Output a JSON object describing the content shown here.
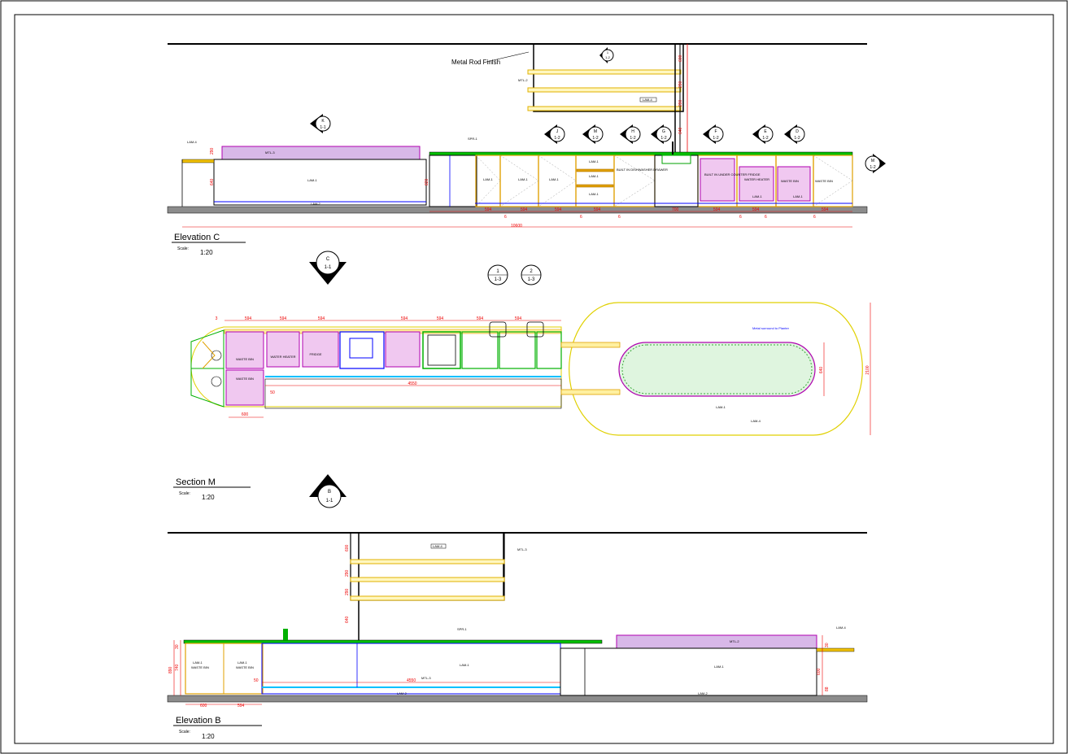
{
  "colors": {
    "line": "#000000",
    "dim": "#e00000",
    "lam": "#f0b000",
    "green": "#00b000",
    "blue": "#0000ff",
    "purple": "#b000b0",
    "cyan": "#00c0ff",
    "floor": "#8c8c8c",
    "yellow": "#e0d000"
  },
  "elevation_c": {
    "title": "Elevation C",
    "scale_label": "Scale:",
    "scale": "1:20",
    "metal_rod_note": "Metal Rod Finish",
    "overall_dim": "10600",
    "shelf_dims": [
      "600",
      "290",
      "290"
    ],
    "counter_dims": [
      "290",
      "640",
      "820"
    ],
    "segment_dims": [
      "594",
      "594",
      "594",
      "594",
      "700",
      "594",
      "594",
      "594"
    ],
    "small_dims": [
      "6",
      "6",
      "6",
      "6",
      "6",
      "6"
    ],
    "tags": {
      "lam4": "LAM-4",
      "lam1": "LAM-1",
      "mtl3": "MTL-3",
      "mtl2": "MTL-2",
      "spr1": "SPR-1",
      "lam2": "LAM-2",
      "lam3": "LAM-3"
    },
    "appliance_labels": {
      "dishwasher": "BUILT IN DISHWASHER DRAWER",
      "fridge": "BUILT IN UNDER COUNTER FRIDGE",
      "heater": "WATER HEATER",
      "bin": "WASTE BIN"
    },
    "markers": [
      {
        "letter": "K",
        "ref": "1-1"
      },
      {
        "letter": "J",
        "ref": "1-2"
      },
      {
        "letter": "M",
        "ref": "1-2"
      },
      {
        "letter": "H",
        "ref": "1-2"
      },
      {
        "letter": "G",
        "ref": "1-2"
      },
      {
        "letter": "F",
        "ref": "1-2"
      },
      {
        "letter": "E",
        "ref": "1-2"
      },
      {
        "letter": "D",
        "ref": "1-2"
      },
      {
        "letter": "M",
        "ref": "1-2"
      },
      {
        "letter": "1",
        "ref": "1-2"
      }
    ]
  },
  "section_m": {
    "title": "Section M",
    "scale_label": "Scale:",
    "scale": "1:20",
    "marker_top": {
      "letter": "C",
      "ref": "1-1"
    },
    "marker_bottom": {
      "letter": "B",
      "ref": "1-1"
    },
    "circle_markers": [
      {
        "num": "1",
        "ref": "1-3"
      },
      {
        "num": "2",
        "ref": "1-3"
      }
    ],
    "dims": {
      "length": "4550",
      "depth": "2100",
      "planter": "640",
      "bin_width": "600",
      "offset": "50",
      "small": "3"
    },
    "segment_dims": [
      "594",
      "594",
      "594",
      "594",
      "594",
      "594",
      "594"
    ],
    "labels": {
      "waste_bin_1": "WASTE BIN",
      "waste_bin_2": "WASTE BIN",
      "water_heater": "WATER HEATER",
      "fridge": "FRIDGE",
      "planter_note": "Metal surround to Planter",
      "lam1": "LAM-1",
      "lam4": "LAM-4"
    }
  },
  "elevation_b": {
    "title": "Elevation B",
    "scale_label": "Scale:",
    "scale": "1:20",
    "dims": {
      "shelf": [
        "600",
        "290",
        "290"
      ],
      "height": "640",
      "counter": [
        "30",
        "740",
        "890"
      ],
      "bin": "600",
      "seg": "594",
      "length": "4550",
      "offset": "50",
      "right": [
        "30",
        "600",
        "88"
      ]
    },
    "labels": {
      "lam4": "LAM-4",
      "mtl3": "MTL-3",
      "spr1": "SPR-1",
      "mtl2": "MTL-2",
      "lam1": "LAM-1",
      "waste_bin": "WASTE BIN",
      "lam2": "LAM-2"
    }
  }
}
